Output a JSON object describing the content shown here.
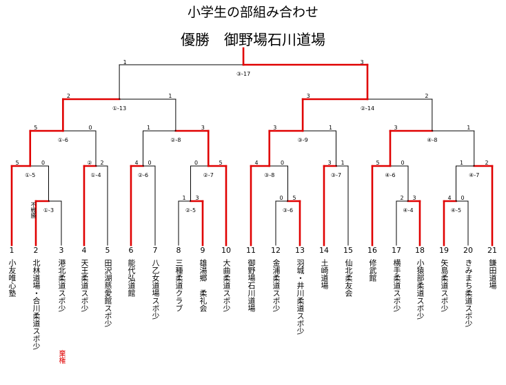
{
  "header": {
    "title": "小学生の部組み合わせ",
    "champion": "優勝　御野場石川道場"
  },
  "teams": [
    {
      "num": "1",
      "name": "小友唯心塾"
    },
    {
      "num": "2",
      "name": "北林道場・合川柔道スポ少"
    },
    {
      "num": "3",
      "name": "港北柔道スポ少"
    },
    {
      "num": "4",
      "name": "天王柔道スポ少"
    },
    {
      "num": "5",
      "name": "田沢湖慈愛館スポ少"
    },
    {
      "num": "6",
      "name": "能代弘道館"
    },
    {
      "num": "7",
      "name": "八乙女道場スポ少"
    },
    {
      "num": "8",
      "name": "三種柔道クラブ"
    },
    {
      "num": "9",
      "name": "雄湯郷　柔礼会"
    },
    {
      "num": "10",
      "name": "大曲柔道スポ少"
    },
    {
      "num": "11",
      "name": "御野場石川道場"
    },
    {
      "num": "12",
      "name": "金浦柔道スポ少"
    },
    {
      "num": "13",
      "name": "羽城・井川柔道スポ少"
    },
    {
      "num": "14",
      "name": "土崎道場"
    },
    {
      "num": "15",
      "name": "仙北柔友会"
    },
    {
      "num": "16",
      "name": "修武館"
    },
    {
      "num": "17",
      "name": "横手柔道スポ少"
    },
    {
      "num": "18",
      "name": "小猿部柔道スポ少"
    },
    {
      "num": "19",
      "name": "矢島柔道スポ少"
    },
    {
      "num": "20",
      "name": "きみまち柔道スポ少"
    },
    {
      "num": "21",
      "name": "鎌田道場"
    }
  ],
  "notes": {
    "forfeit": "不戦勝",
    "withdrawn": "棄権"
  },
  "matches": [
    {
      "id": "m_1_3",
      "label": "①-3",
      "left_score": "",
      "right_score": ""
    },
    {
      "id": "m_1_5",
      "label": "①-5",
      "left_score": "5",
      "right_score": "0"
    },
    {
      "id": "m_1_4",
      "label": "①-4",
      "left_score": "②",
      "right_score": "2"
    },
    {
      "id": "m_1_6",
      "label": "①-6",
      "left_score": "5",
      "right_score": "0"
    },
    {
      "id": "m_2_5",
      "label": "②-5",
      "left_score": "1",
      "right_score": "3"
    },
    {
      "id": "m_2_6",
      "label": "②-6",
      "left_score": "4",
      "right_score": "0"
    },
    {
      "id": "m_2_7",
      "label": "②-7",
      "left_score": "0",
      "right_score": "5"
    },
    {
      "id": "m_2_8",
      "label": "②-8",
      "left_score": "1",
      "right_score": "3"
    },
    {
      "id": "m_1_13",
      "label": "①-13",
      "left_score": "2",
      "right_score": "1"
    },
    {
      "id": "m_3_6",
      "label": "③-6",
      "left_score": "0",
      "right_score": "5"
    },
    {
      "id": "m_3_8",
      "label": "③-8",
      "left_score": "4",
      "right_score": "0"
    },
    {
      "id": "m_3_7",
      "label": "③-7",
      "left_score": "3",
      "right_score": "1"
    },
    {
      "id": "m_3_9",
      "label": "③-9",
      "left_score": "3",
      "right_score": "1"
    },
    {
      "id": "m_4_4",
      "label": "④-4",
      "left_score": "2",
      "right_score": "3"
    },
    {
      "id": "m_4_6",
      "label": "④-6",
      "left_score": "5",
      "right_score": "0"
    },
    {
      "id": "m_4_5",
      "label": "④-5",
      "left_score": "4",
      "right_score": "0"
    },
    {
      "id": "m_4_7",
      "label": "④-7",
      "left_score": "1",
      "right_score": "2"
    },
    {
      "id": "m_4_8",
      "label": "④-8",
      "left_score": "3",
      "right_score": "1"
    },
    {
      "id": "m_2_14",
      "label": "②-14",
      "left_score": "3",
      "right_score": "2"
    },
    {
      "id": "m_3_17",
      "label": "③-17",
      "left_score": "1",
      "right_score": "3"
    }
  ],
  "colors": {
    "winner_line": "#e00000",
    "loser_line": "#000000",
    "withdrawn_text": "#e00000"
  }
}
